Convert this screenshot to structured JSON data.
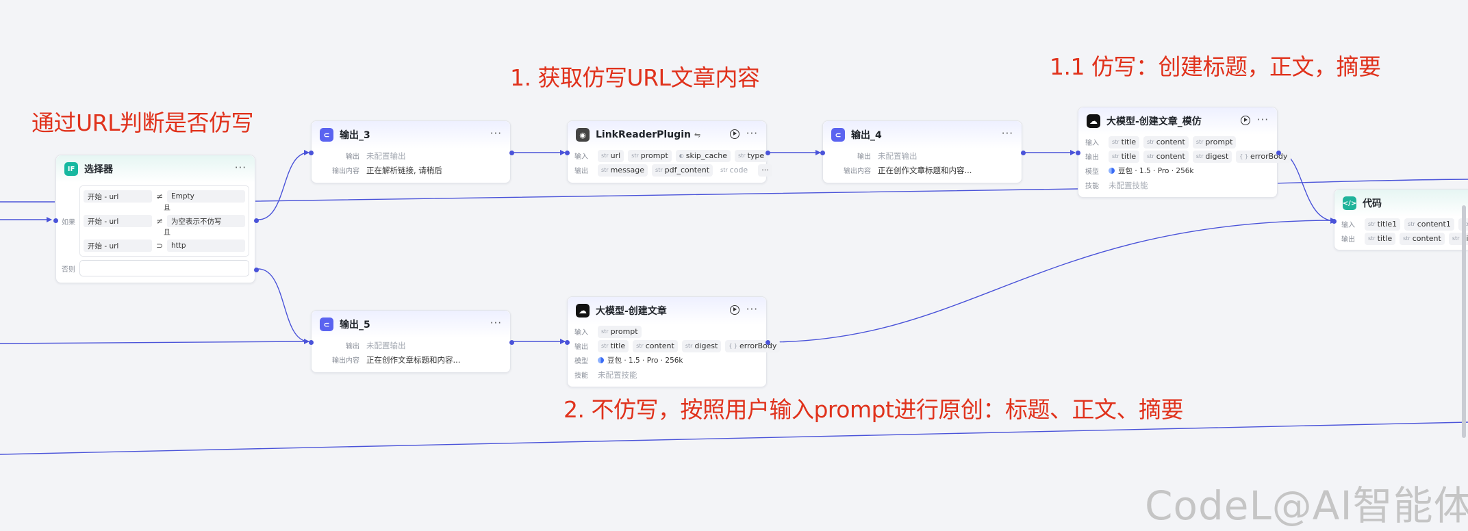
{
  "annotations": {
    "url_check": "通过URL判断是否仿写",
    "step1": "1. 获取仿写URL文章内容",
    "step1_1": "1.1 仿写：创建标题，正文，摘要",
    "step2": "2. 不仿写，按照用户输入prompt进行原创：标题、正文、摘要"
  },
  "common": {
    "input_label": "输入",
    "output_label": "输出",
    "output_content_label": "输出内容",
    "model_label": "模型",
    "skill_label": "技能",
    "not_configured_output": "未配置输出",
    "not_configured_skill": "未配置技能",
    "type_str": "str",
    "type_obj": "{ }",
    "more": "···"
  },
  "selector": {
    "icon": "IF",
    "title": "选择器",
    "if_label": "如果",
    "else_label": "否则",
    "and_label": "且",
    "conditions": [
      {
        "left": "开始  -  url",
        "op": "≠",
        "right": "Empty"
      },
      {
        "left": "开始  -  url",
        "op": "≠",
        "right": "为空表示不仿写"
      },
      {
        "left": "开始  -  url",
        "op": "⊃",
        "right": "http"
      }
    ]
  },
  "output3": {
    "title": "输出_3",
    "content": "正在解析链接, 请稍后"
  },
  "output4": {
    "title": "输出_4",
    "content": "正在创作文章标题和内容..."
  },
  "output5": {
    "title": "输出_5",
    "content": "正在创作文章标题和内容..."
  },
  "link_reader": {
    "title": "LinkReaderPlugin",
    "inputs": [
      "url",
      "prompt",
      "skip_cache",
      "type"
    ],
    "outputs": [
      "message",
      "pdf_content",
      "code"
    ]
  },
  "llm_imitate": {
    "title": "大模型-创建文章_模仿",
    "inputs": [
      "title",
      "content",
      "prompt"
    ],
    "outputs": [
      "title",
      "content",
      "digest"
    ],
    "output_obj": "errorBody",
    "model": "豆包 · 1.5 · Pro · 256k"
  },
  "llm_create": {
    "title": "大模型-创建文章",
    "inputs": [
      "prompt"
    ],
    "outputs": [
      "title",
      "content",
      "digest"
    ],
    "output_obj": "errorBody",
    "model": "豆包 · 1.5 · Pro · 256k"
  },
  "code_node": {
    "icon": "</>",
    "title": "代码",
    "inputs": [
      "title1",
      "content1",
      "digest"
    ],
    "outputs": [
      "title",
      "content",
      "digest"
    ]
  },
  "watermark": "CodeL@AI智能体",
  "colors": {
    "edge": "#4a53d9",
    "annotation": "#e0321c",
    "background": "#f3f4f7"
  }
}
